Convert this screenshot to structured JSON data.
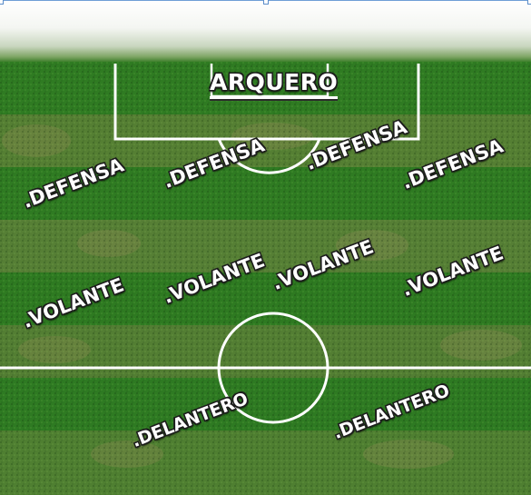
{
  "formation": {
    "goalkeeper": {
      "label": "ARQUERO"
    },
    "defenders": [
      {
        "label": ".DEFENSA"
      },
      {
        "label": ".DEFENSA"
      },
      {
        "label": ".DEFENSA"
      },
      {
        "label": ".DEFENSA"
      }
    ],
    "midfielders": [
      {
        "label": ".VOLANTE"
      },
      {
        "label": ".VOLANTE"
      },
      {
        "label": ".VOLANTE"
      },
      {
        "label": ".VOLANTE"
      }
    ],
    "forwards": [
      {
        "label": ".DELANTERO"
      },
      {
        "label": ".DELANTERO"
      }
    ]
  },
  "colors": {
    "grass_dark": "#2f7d24",
    "grass_light": "#4d8a2f",
    "lines": "#ffffff",
    "label_outline": "#1c1c1c",
    "selection_frame": "#6f9fd6"
  }
}
